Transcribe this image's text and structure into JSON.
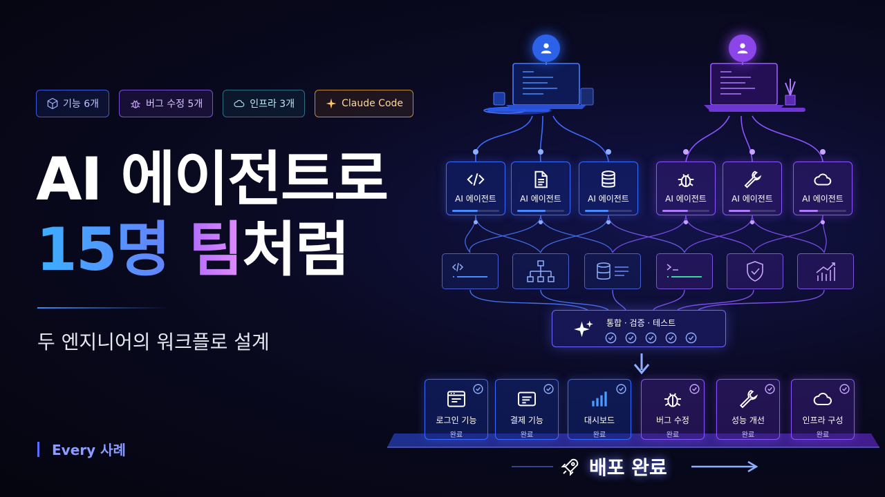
{
  "tags": [
    {
      "label": "기능 6개",
      "icon": "cube-icon"
    },
    {
      "label": "버그 수정 5개",
      "icon": "bug-icon"
    },
    {
      "label": "인프라 3개",
      "icon": "cloud-icon"
    },
    {
      "label": "Claude Code",
      "icon": "sparkle-icon"
    }
  ],
  "title": {
    "line1": "AI 에이전트로",
    "line2_a": "15명 ",
    "line2_b": "팀",
    "line2_c": "처럼"
  },
  "subtitle": "두 엔지니어의 워크플로 설계",
  "footer": "Every 사례",
  "agents": [
    {
      "label": "AI 에이전트",
      "icon": "code-icon",
      "progress": 0.55
    },
    {
      "label": "AI 에이전트",
      "icon": "document-icon",
      "progress": 0.6
    },
    {
      "label": "AI 에이전트",
      "icon": "database-icon",
      "progress": 0.5
    },
    {
      "label": "AI 에이전트",
      "icon": "bug-icon",
      "progress": 0.55
    },
    {
      "label": "AI 에이전트",
      "icon": "wrench-icon",
      "progress": 0.45
    },
    {
      "label": "AI 에이전트",
      "icon": "cloud-icon",
      "progress": 0.4
    }
  ],
  "integration": {
    "label": "통합 · 검증 · 테스트",
    "checks": 5
  },
  "results": [
    {
      "label": "로그인 기능",
      "sub": "완료",
      "icon": "browser-icon"
    },
    {
      "label": "결제 기능",
      "sub": "완료",
      "icon": "payment-icon"
    },
    {
      "label": "대시보드",
      "sub": "완료",
      "icon": "bar-chart-icon"
    },
    {
      "label": "버그 수정",
      "sub": "완료",
      "icon": "bug-icon"
    },
    {
      "label": "성능 개선",
      "sub": "완료",
      "icon": "wrench-icon"
    },
    {
      "label": "인프라 구성",
      "sub": "완료",
      "icon": "cloud-icon"
    }
  ],
  "deploy": "배포 완료",
  "colors": {
    "blue": "#3d6bff",
    "purple": "#8b55ff",
    "accent_cyan": "#3ab0ff",
    "accent_pink": "#d07bff"
  }
}
